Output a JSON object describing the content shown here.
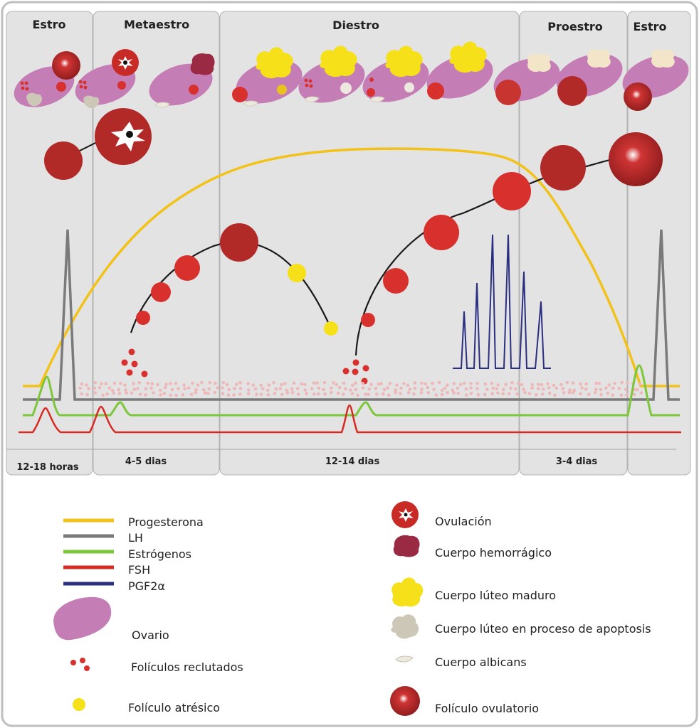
{
  "phases": [
    {
      "name": "Estro",
      "duration": "12-18 horas"
    },
    {
      "name": "Metaestro",
      "duration": "4-5 dias"
    },
    {
      "name": "Diestro",
      "duration": "12-14 dias"
    },
    {
      "name": "Proestro",
      "duration": "3-4 dias"
    },
    {
      "name": "Estro",
      "duration": ""
    }
  ],
  "legend": {
    "progesterona": "Progesterona",
    "lh": "LH",
    "estrogenos": "Estrógenos",
    "fsh": "FSH",
    "pgf2a": "PGF2α",
    "ovario": "Ovario",
    "foliculos_reclutados": "Folículos reclutados",
    "foliculo_atresico": "Folículo atrésico",
    "ovulacion": "Ovulación",
    "cuerpo_hemorragico": "Cuerpo hemorrágico",
    "cuerpo_luteo_maduro": "Cuerpo lúteo maduro",
    "cuerpo_luteo_apoptosis": "Cuerpo lúteo en proceso de apoptosis",
    "cuerpo_albicans": "Cuerpo albicans",
    "foliculo_ovulatorio": "Folículo ovulatorio"
  },
  "colors": {
    "progesterona": "#f2c218",
    "lh": "#7a7a7a",
    "estrogenos": "#7cc63a",
    "fsh": "#d62b23",
    "pgf2a": "#2b2f80",
    "ovario": "#c57db5",
    "follicle": "#d8302c",
    "follicle_dark": "#b12a27",
    "corpus_luteum": "#f5e01a",
    "hemorrhagic": "#9a2944",
    "apoptosis": "#cdc7b7",
    "albicans": "#ece8de",
    "panel": "#e3e3e3"
  }
}
